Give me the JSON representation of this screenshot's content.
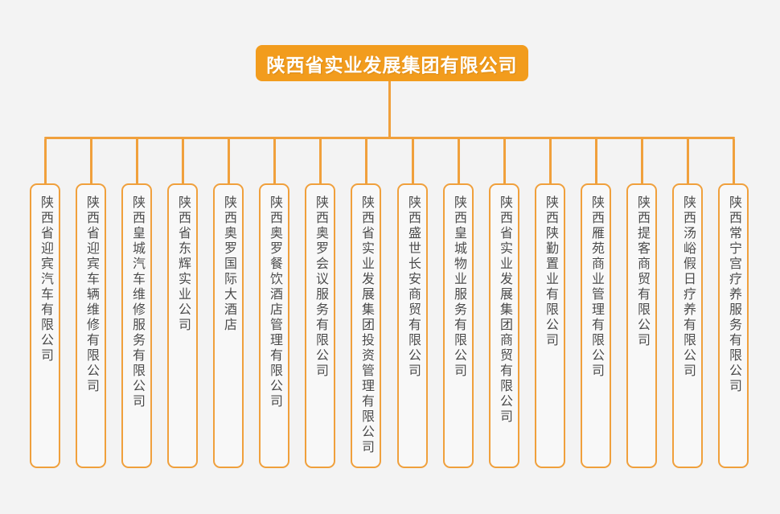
{
  "org": {
    "root": {
      "label": "陕西省实业发展集团有限公司"
    },
    "children": [
      "陕西省迎宾汽车有限公司",
      "陕西省迎宾车辆维修有限公司",
      "陕西皇城汽车维修服务有限公司",
      "陕西省东辉实业公司",
      "陕西奥罗国际大酒店",
      "陕西奥罗餐饮酒店管理有限公司",
      "陕西奥罗会议服务有限公司",
      "陕西省实业发展集团投资管理有限公司",
      "陕西盛世长安商贸有限公司",
      "陕西皇城物业服务有限公司",
      "陕西省实业发展集团商贸有限公司",
      "陕西陕勤置业有限公司",
      "陕西雁苑商业管理有限公司",
      "陕西提客商贸有限公司",
      "陕西汤峪假日疗养有限公司",
      "陕西常宁宫疗养服务有限公司"
    ]
  },
  "colors": {
    "page_background": "#f3f3f3",
    "root_fill": "#f29c1d",
    "connector_orange": "#f0a03c",
    "node_background": "#f8f8f8",
    "node_border": "#f0a03c",
    "node_text": "#4a4a4a",
    "root_text": "#ffffff"
  }
}
